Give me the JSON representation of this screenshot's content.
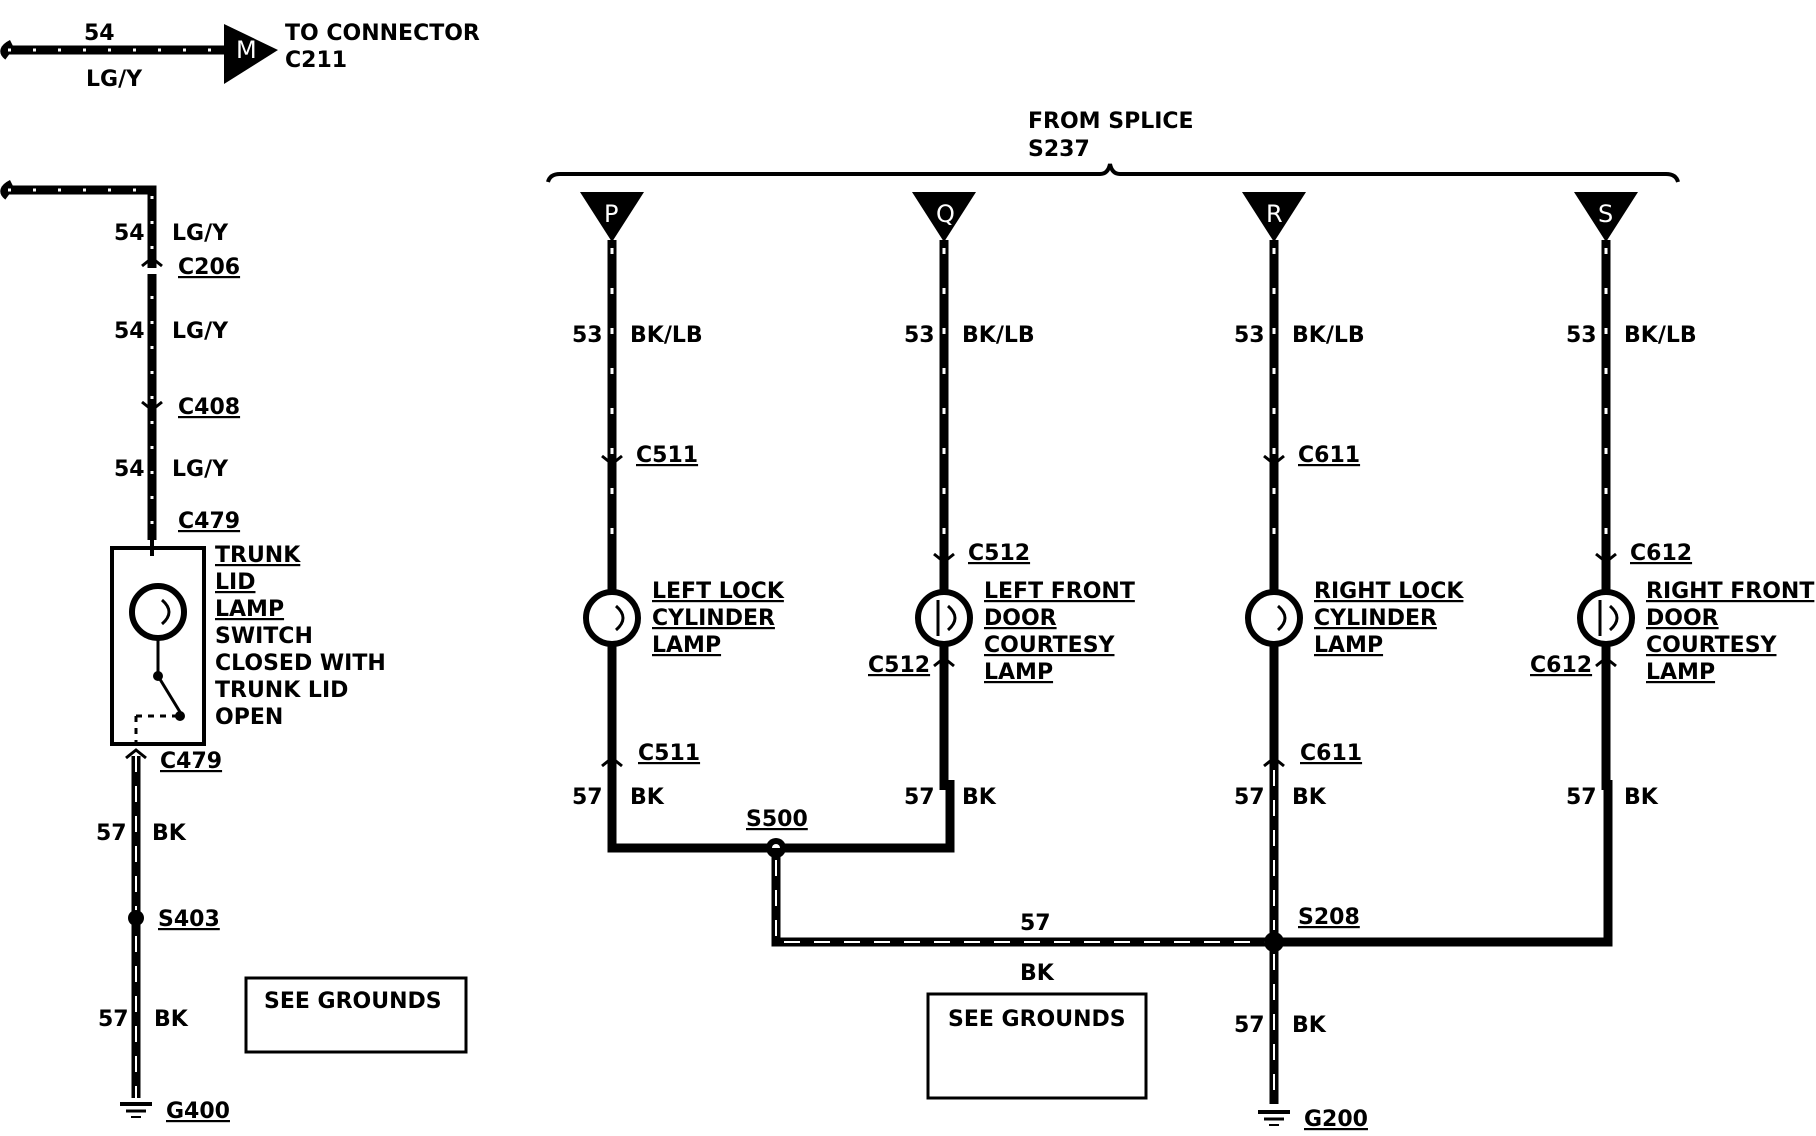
{
  "top_connector": {
    "circuit": "54",
    "color": "LG/Y",
    "pin": "M",
    "label_line1": "TO CONNECTOR",
    "label_line2": "C211"
  },
  "splice_header": {
    "line1": "FROM SPLICE",
    "line2": "S237"
  },
  "trunk_column": {
    "circuit_top": "54",
    "color_top": "LG/Y",
    "connector_1": "C206",
    "connector_2": "C408",
    "connector_3": "C479",
    "switch_lines": [
      "TRUNK",
      "LID",
      "LAMP",
      "SWITCH",
      "CLOSED WITH",
      "TRUNK LID",
      "OPEN"
    ],
    "connector_4": "C479",
    "circuit_bottom": "57",
    "color_bottom": "BK",
    "splice": "S403",
    "ground": "G400",
    "see_grounds": "SEE GROUNDS"
  },
  "lamp_columns": [
    {
      "pin": "P",
      "circuit_top": "53",
      "color_top": "BK/LB",
      "connector_upper": "C511",
      "lamp_lines": [
        "LEFT LOCK",
        "CYLINDER",
        "LAMP"
      ],
      "connector_lower": "C511",
      "circuit_bottom": "57",
      "color_bottom": "BK"
    },
    {
      "pin": "Q",
      "circuit_top": "53",
      "color_top": "BK/LB",
      "connector_upper": "C512",
      "lamp_lines": [
        "LEFT FRONT",
        "DOOR",
        "COURTESY",
        "LAMP"
      ],
      "connector_lower": "C512",
      "circuit_bottom": "57",
      "color_bottom": "BK"
    },
    {
      "pin": "R",
      "circuit_top": "53",
      "color_top": "BK/LB",
      "connector_upper": "C611",
      "lamp_lines": [
        "RIGHT LOCK",
        "CYLINDER",
        "LAMP"
      ],
      "connector_lower": "C611",
      "circuit_bottom": "57",
      "color_bottom": "BK"
    },
    {
      "pin": "S",
      "circuit_top": "53",
      "color_top": "BK/LB",
      "connector_upper": "C612",
      "lamp_lines": [
        "RIGHT FRONT",
        "DOOR",
        "COURTESY",
        "LAMP"
      ],
      "connector_lower": "C612",
      "circuit_bottom": "57",
      "color_bottom": "BK"
    }
  ],
  "ground_network": {
    "splice_left": "S500",
    "splice_right": "S208",
    "bus_circuit": "57",
    "bus_color": "BK",
    "drop_circuit": "57",
    "drop_color": "BK",
    "ground": "G200",
    "see_grounds": "SEE GROUNDS"
  }
}
